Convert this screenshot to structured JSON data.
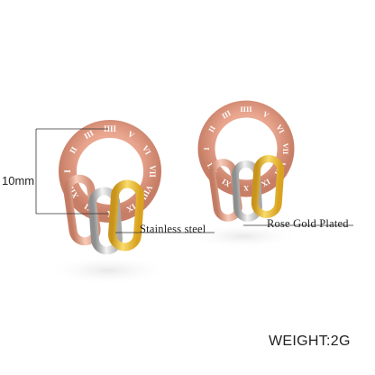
{
  "labels": {
    "dimension": "10mm",
    "material_steel": "Stainless steel",
    "material_plating": "Rose Gold Plated",
    "weight": "WEIGHT:2G"
  },
  "ring_numerals": [
    "I",
    "II",
    "III",
    "IIII",
    "V",
    "VI",
    "VII",
    "VIII",
    "IX",
    "X",
    "XI",
    "XII"
  ],
  "colors": {
    "rose_gold": "#e8a48d",
    "rose_gold_dark": "#c77e66",
    "silver": "#c9c9c9",
    "gold": "#e8b52a",
    "line": "#333333"
  }
}
